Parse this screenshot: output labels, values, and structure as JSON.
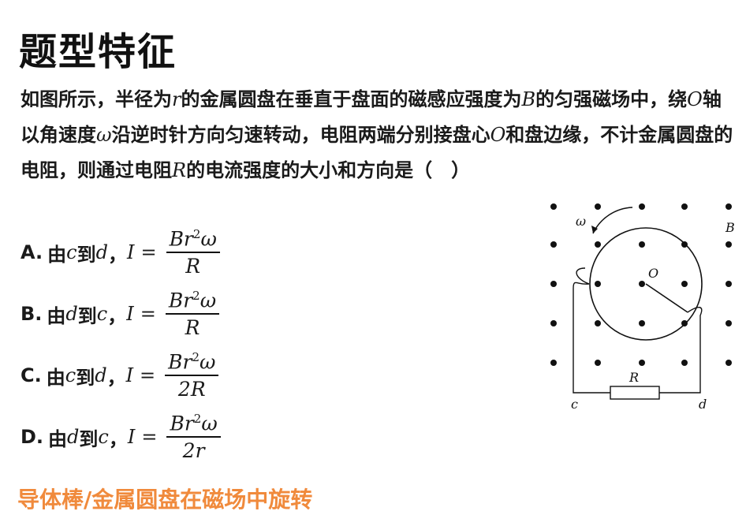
{
  "title": "题型特征",
  "question": {
    "p1": "如图所示，半径为",
    "v_r": "r",
    "p2": "的金属圆盘在垂直于盘面的磁感应强度为",
    "v_B": "B",
    "p3": "的匀强磁场中，绕",
    "v_O": "O",
    "p4": "轴以角速度",
    "v_w": "ω",
    "p5": "沿逆时针方向匀速转动，电阻两端分别接盘心",
    "v_O2": "O",
    "p6": "和盘边缘，不计金属圆盘的电阻，则通过电阻",
    "v_R": "R",
    "p7": "的电流强度的大小和方向是（　）"
  },
  "options": [
    {
      "label": "A.",
      "pre": "由",
      "from": "c",
      "mid": "到",
      "to": "d",
      "sep": "，",
      "lhs": "I",
      "eq": "=",
      "num_a": "Br",
      "num_exp": "2",
      "num_b": "ω",
      "den": "R"
    },
    {
      "label": "B.",
      "pre": "由",
      "from": "d",
      "mid": "到",
      "to": "c",
      "sep": "，",
      "lhs": "I",
      "eq": "=",
      "num_a": "Br",
      "num_exp": "2",
      "num_b": "ω",
      "den": "R"
    },
    {
      "label": "C.",
      "pre": "由",
      "from": "c",
      "mid": "到",
      "to": "d",
      "sep": "，",
      "lhs": "I",
      "eq": "=",
      "num_a": "Br",
      "num_exp": "2",
      "num_b": "ω",
      "den": "2R"
    },
    {
      "label": "D.",
      "pre": "由",
      "from": "d",
      "mid": "到",
      "to": "c",
      "sep": "，",
      "lhs": "I",
      "eq": "=",
      "num_a": "Br",
      "num_exp": "2",
      "num_b": "ω",
      "den": "2r"
    }
  ],
  "figure": {
    "label_omega": "ω",
    "label_B": "B",
    "label_O": "O",
    "label_R": "R",
    "label_c": "c",
    "label_d": "d"
  },
  "footer": "导体棒/金属圆盘在磁场中旋转",
  "colors": {
    "footer": "#f08a3c",
    "text": "#1a1a1a"
  }
}
